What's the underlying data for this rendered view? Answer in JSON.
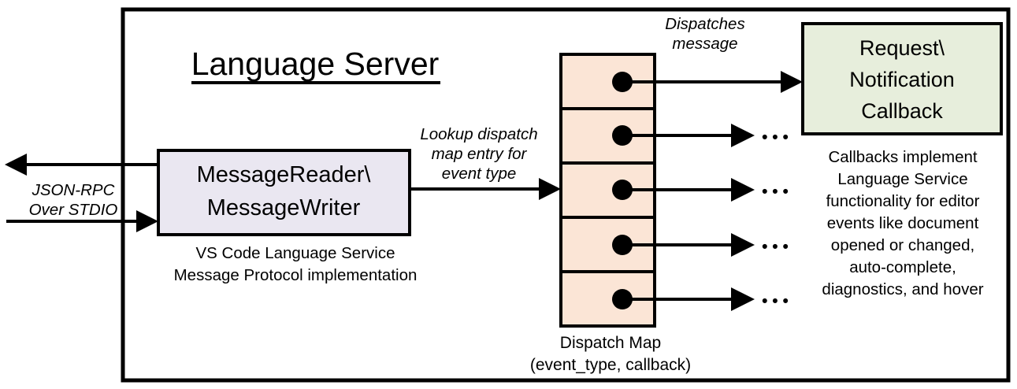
{
  "diagram": {
    "title": "Language Server",
    "colors": {
      "message_box_fill": "#EAE7F1",
      "dispatch_cell_fill": "#FBE5D6",
      "callback_box_fill": "#E7EEDC",
      "stroke": "#000000",
      "background": "#FFFFFF"
    },
    "external_channel": {
      "label_line1": "JSON-RPC",
      "label_line2": "Over STDIO"
    },
    "message_box": {
      "line1": "MessageReader\\",
      "line2": "MessageWriter",
      "caption_line1": "VS Code Language Service",
      "caption_line2": "Message Protocol implementation"
    },
    "lookup_annotation": {
      "line1": "Lookup dispatch",
      "line2": "map entry for",
      "line3": "event type"
    },
    "dispatch_annotation": {
      "line1": "Dispatches",
      "line2": "message"
    },
    "dispatch_map": {
      "label_line1": "Dispatch Map",
      "label_line2": "(event_type, callback)",
      "rows": [
        {
          "index": 1,
          "has_dot": true,
          "target": "callback-box"
        },
        {
          "index": 2,
          "has_dot": true,
          "target": "ellipsis"
        },
        {
          "index": 3,
          "has_dot": true,
          "target": "ellipsis"
        },
        {
          "index": 4,
          "has_dot": true,
          "target": "ellipsis"
        },
        {
          "index": 5,
          "has_dot": true,
          "target": "ellipsis"
        }
      ],
      "ellipsis_glyph": "•  •  •"
    },
    "callback_box": {
      "line1": "Request\\",
      "line2": "Notification",
      "line3": "Callback"
    },
    "callback_caption": {
      "line1": "Callbacks implement",
      "line2": "Language Service",
      "line3": "functionality for editor",
      "line4": "events like document",
      "line5": "opened or changed,",
      "line6": "auto-complete,",
      "line7": "diagnostics, and hover"
    }
  }
}
